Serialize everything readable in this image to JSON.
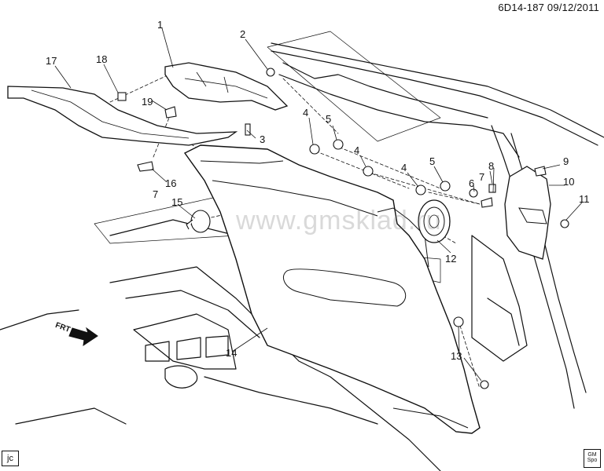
{
  "header": {
    "code": "6D14-187",
    "date": "09/12/2011"
  },
  "watermark": "www.gmsklad.ru",
  "direction_label": "FRT",
  "footer": {
    "author_initials": "jc",
    "logo_lines": [
      "GM",
      "Spo"
    ]
  },
  "callouts": [
    "1",
    "2",
    "3",
    "4",
    "5",
    "4",
    "4",
    "5",
    "6",
    "7",
    "8",
    "9",
    "10",
    "11",
    "12",
    "13",
    "14",
    "15",
    "16",
    "7",
    "17",
    "18",
    "19"
  ]
}
